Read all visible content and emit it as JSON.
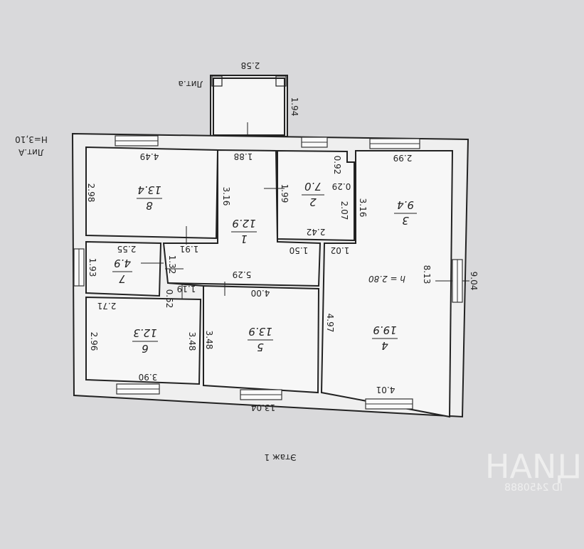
{
  "annex": {
    "label": "Лит.а",
    "width": "2.58",
    "depth": "1.94"
  },
  "building": {
    "label": "Лит.А",
    "height_label": "Н=3,10",
    "length": "13.04",
    "width": "9.04"
  },
  "floor": {
    "label": "Этаж 1"
  },
  "ceiling_note": "h = 2.80",
  "rooms": [
    {
      "number": "1",
      "area": "12.9"
    },
    {
      "number": "2",
      "area": "7.0"
    },
    {
      "number": "3",
      "area": "9.4"
    },
    {
      "number": "4",
      "area": "19.9"
    },
    {
      "number": "5",
      "area": "13.9"
    },
    {
      "number": "6",
      "area": "12.3"
    },
    {
      "number": "7",
      "area": "4.9"
    },
    {
      "number": "8",
      "area": "13.4"
    }
  ],
  "dims": {
    "r8_w": "4.49",
    "r8_h": "2.98",
    "r1_w": "1.88",
    "r1_h": "3.16",
    "r1_a": "1.91",
    "r1_b": "5.29",
    "r1_c": "1.50",
    "r1_d": "1.32",
    "r1_e": "1.19",
    "r1_f": "0.52",
    "r2_w": "2.42",
    "r2_a": "0.92",
    "r2_b": "0.29",
    "r2_h": "2.07",
    "r2_c": "1.99",
    "r3_w": "2.99",
    "r3_h": "3.16",
    "r3_a": "1.02",
    "r3_b": "8.13",
    "r4_w": "4.01",
    "r4_h": "4.97",
    "r5_w": "4.00",
    "r5_h": "3.48",
    "r6_w": "3.90",
    "r6_h": "2.96",
    "r6_h2": "3.48",
    "r6_top": "2.71",
    "r7_w": "2.55",
    "r7_h": "1.93"
  },
  "watermark": {
    "brand": "ЦИАН",
    "id": "ID 2450888"
  }
}
